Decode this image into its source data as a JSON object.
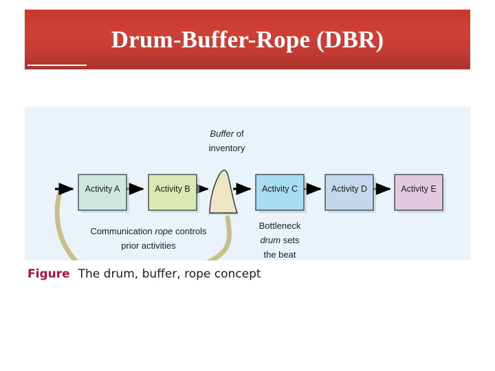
{
  "slide": {
    "title": "Drum-Buffer-Rope (DBR)",
    "background_color": "#ffffff",
    "banner_color": "#c6372f",
    "banner_accent_color": "#ffffff"
  },
  "figure": {
    "panel_background": "#eaf2fa",
    "caption_label": "Figure",
    "caption_label_color": "#a8123e",
    "caption_title": "The drum, buffer, rope concept"
  },
  "diagram": {
    "type": "process-flow",
    "nodes": [
      {
        "id": "a",
        "label": "Activity A",
        "fill": "#cde7de",
        "shape": "rect"
      },
      {
        "id": "b",
        "label": "Activity B",
        "fill": "#dbe8b4",
        "shape": "rect"
      },
      {
        "id": "buffer",
        "label": "",
        "fill": "#eee5c4",
        "shape": "mound"
      },
      {
        "id": "c",
        "label": "Activity C",
        "fill": "#a8dcf0",
        "shape": "rect"
      },
      {
        "id": "d",
        "label": "Activity D",
        "fill": "#c3d8ec",
        "shape": "rect"
      },
      {
        "id": "e",
        "label": "Activity E",
        "fill": "#e3c9de",
        "shape": "rect"
      }
    ],
    "annotations": {
      "buffer_line1_italic": "Buffer",
      "buffer_line1_rest": " of",
      "buffer_line2": "inventory",
      "rope_line1_a": "Communication ",
      "rope_line1_italic": "rope",
      "rope_line1_b": " controls",
      "rope_line2": "prior activities",
      "drum_line1": "Bottleneck",
      "drum_line2_italic": "drum",
      "drum_line2_rest": " sets",
      "drum_line3": "the beat"
    },
    "rope_color": "#c9bf8a",
    "arrow_color": "#000000"
  }
}
